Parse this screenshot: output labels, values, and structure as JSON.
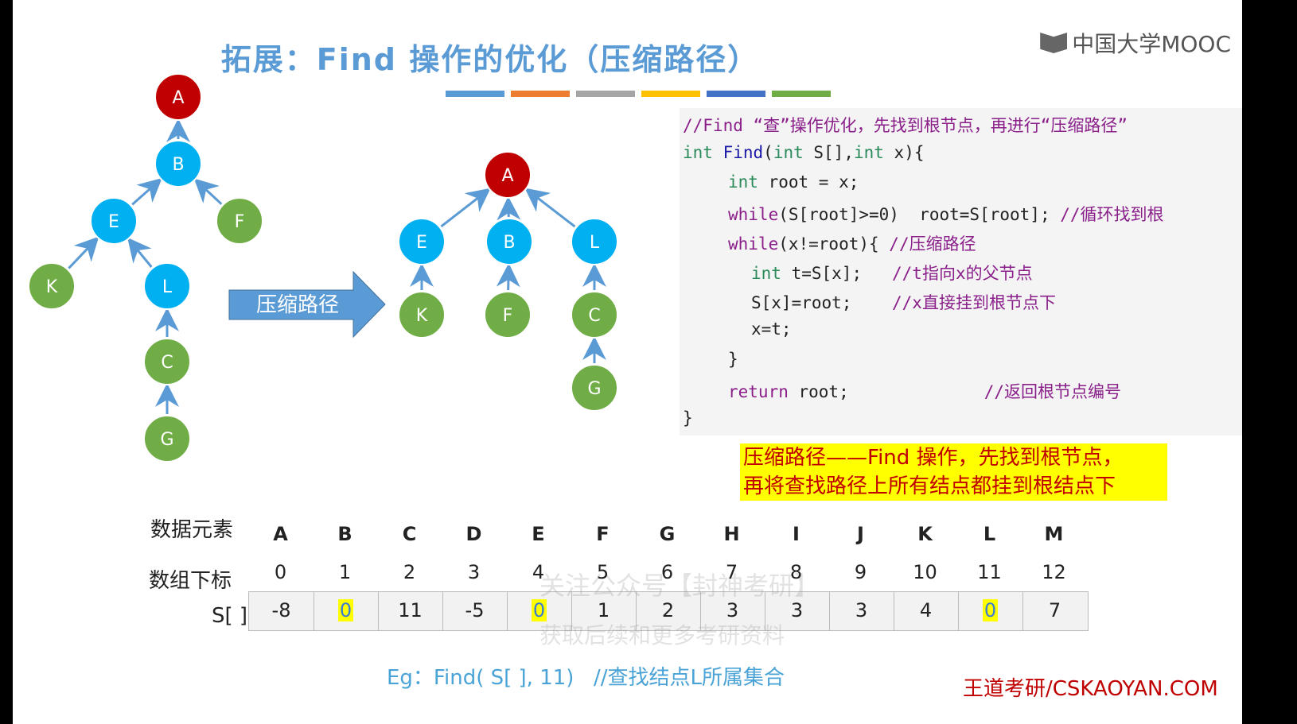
{
  "title": "拓展：Find 操作的优化（压缩路径）",
  "logo": "中国大学MOOC",
  "bar_colors": [
    "#5b9bd5",
    "#ed7d31",
    "#a5a5a5",
    "#ffc000",
    "#4472c4",
    "#70ad47"
  ],
  "left_tree": {
    "nodes": [
      {
        "id": "A",
        "label": "A",
        "color": "#c00000"
      },
      {
        "id": "B",
        "label": "B",
        "color": "#00b0f0"
      },
      {
        "id": "E",
        "label": "E",
        "color": "#00b0f0"
      },
      {
        "id": "F",
        "label": "F",
        "color": "#70ad47"
      },
      {
        "id": "K",
        "label": "K",
        "color": "#70ad47"
      },
      {
        "id": "L",
        "label": "L",
        "color": "#00b0f0"
      },
      {
        "id": "C",
        "label": "C",
        "color": "#70ad47"
      },
      {
        "id": "G",
        "label": "G",
        "color": "#70ad47"
      }
    ]
  },
  "arrow_label": "压缩路径",
  "right_tree": {
    "nodes": [
      {
        "id": "A",
        "label": "A",
        "color": "#c00000"
      },
      {
        "id": "E",
        "label": "E",
        "color": "#00b0f0"
      },
      {
        "id": "B",
        "label": "B",
        "color": "#00b0f0"
      },
      {
        "id": "L",
        "label": "L",
        "color": "#00b0f0"
      },
      {
        "id": "K",
        "label": "K",
        "color": "#70ad47"
      },
      {
        "id": "F",
        "label": "F",
        "color": "#70ad47"
      },
      {
        "id": "C",
        "label": "C",
        "color": "#70ad47"
      },
      {
        "id": "G",
        "label": "G",
        "color": "#70ad47"
      }
    ]
  },
  "code": {
    "comment1": "//Find “查”操作优化，先找到根节点，再进行“压缩路径”",
    "sig_kw": "int",
    "sig_fn": " Find",
    "sig_a": "(",
    "sig_kw2": "int",
    "sig_b": " S[],",
    "sig_kw3": "int",
    "sig_c": " x){",
    "l3_kw": "int",
    "l3": " root = x;",
    "l4_kw": "while",
    "l4": "(S[root]>=0)  root=S[root];",
    "l4_cm": " //循环找到根",
    "l5_kw": "while",
    "l5": "(x!=root){",
    "l5_cm": " //压缩路径",
    "l6_kw": "int",
    "l6": " t=S[x];",
    "l6_cm": "   //t指向x的父节点",
    "l7": "S[x]=root;",
    "l7_cm": "    //x直接挂到根节点下",
    "l8": "x=t;",
    "l9": "}",
    "l10_kw": "return",
    "l10": " root;",
    "l10_cm": "//返回根节点编号",
    "l11": "}"
  },
  "note_line1": "压缩路径——Find 操作，先找到根节点，",
  "note_line2": "再将查找路径上所有结点都挂到根结点下",
  "table": {
    "label_elements": "数据元素",
    "label_index": "数组下标",
    "label_s": "S[ ]",
    "elements": [
      "A",
      "B",
      "C",
      "D",
      "E",
      "F",
      "G",
      "H",
      "I",
      "J",
      "K",
      "L",
      "M"
    ],
    "indices": [
      "0",
      "1",
      "2",
      "3",
      "4",
      "5",
      "6",
      "7",
      "8",
      "9",
      "10",
      "11",
      "12"
    ],
    "values": [
      "-8",
      "0",
      "11",
      "-5",
      "0",
      "1",
      "2",
      "3",
      "3",
      "3",
      "4",
      "0",
      "7"
    ],
    "highlighted": [
      false,
      true,
      false,
      false,
      true,
      false,
      false,
      false,
      false,
      false,
      false,
      true,
      false
    ]
  },
  "example": "Eg：Find( S[ ], 11)",
  "example_comment": "//查找结点L所属集合",
  "footer": "王道考研/CSKAOYAN.COM",
  "watermark1": "关注公众号【封神考研】",
  "watermark2": "获取后续和更多考研资料"
}
